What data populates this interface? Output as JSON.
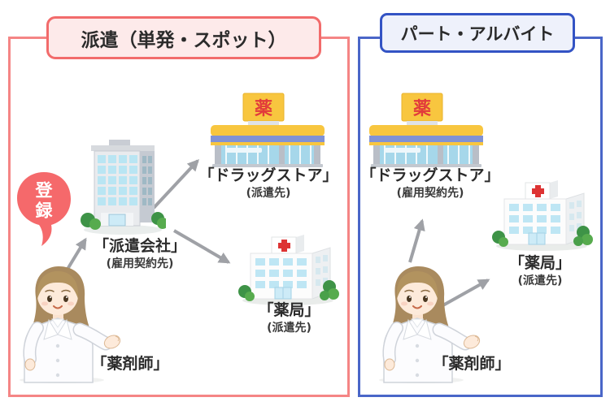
{
  "diagram": {
    "left_panel": {
      "title": "派遣（単発・スポット）",
      "registration_bubble": "登録",
      "nodes": {
        "drugstore": {
          "label": "「ドラッグストア」",
          "sublabel": "(派遣先)"
        },
        "dispatch_company": {
          "label": "「派遣会社」",
          "sublabel": "(雇用契約先)"
        },
        "pharmacy": {
          "label": "「薬局」",
          "sublabel": "(派遣先)"
        },
        "pharmacist": {
          "label": "「薬剤師」"
        }
      }
    },
    "right_panel": {
      "title": "パート・アルバイト",
      "nodes": {
        "drugstore": {
          "label": "「ドラッグストア」",
          "sublabel": "(雇用契約先)"
        },
        "pharmacy": {
          "label": "「薬局」",
          "sublabel": "(派遣先)"
        },
        "pharmacist": {
          "label": "「薬剤師」"
        }
      }
    },
    "drugstore_sign": "薬",
    "colors": {
      "left_accent": "#f26b6b",
      "left_panel_border": "#f58585",
      "left_title_bg": "#fdeaea",
      "right_accent": "#3353c4",
      "right_panel_border": "#4a66c8",
      "right_title_bg": "#eef1fb",
      "arrow": "#9fa1a6",
      "bubble": "#f5696b",
      "drugstore_sign_red": "#e23b3b",
      "cross_red": "#dd3333"
    }
  }
}
